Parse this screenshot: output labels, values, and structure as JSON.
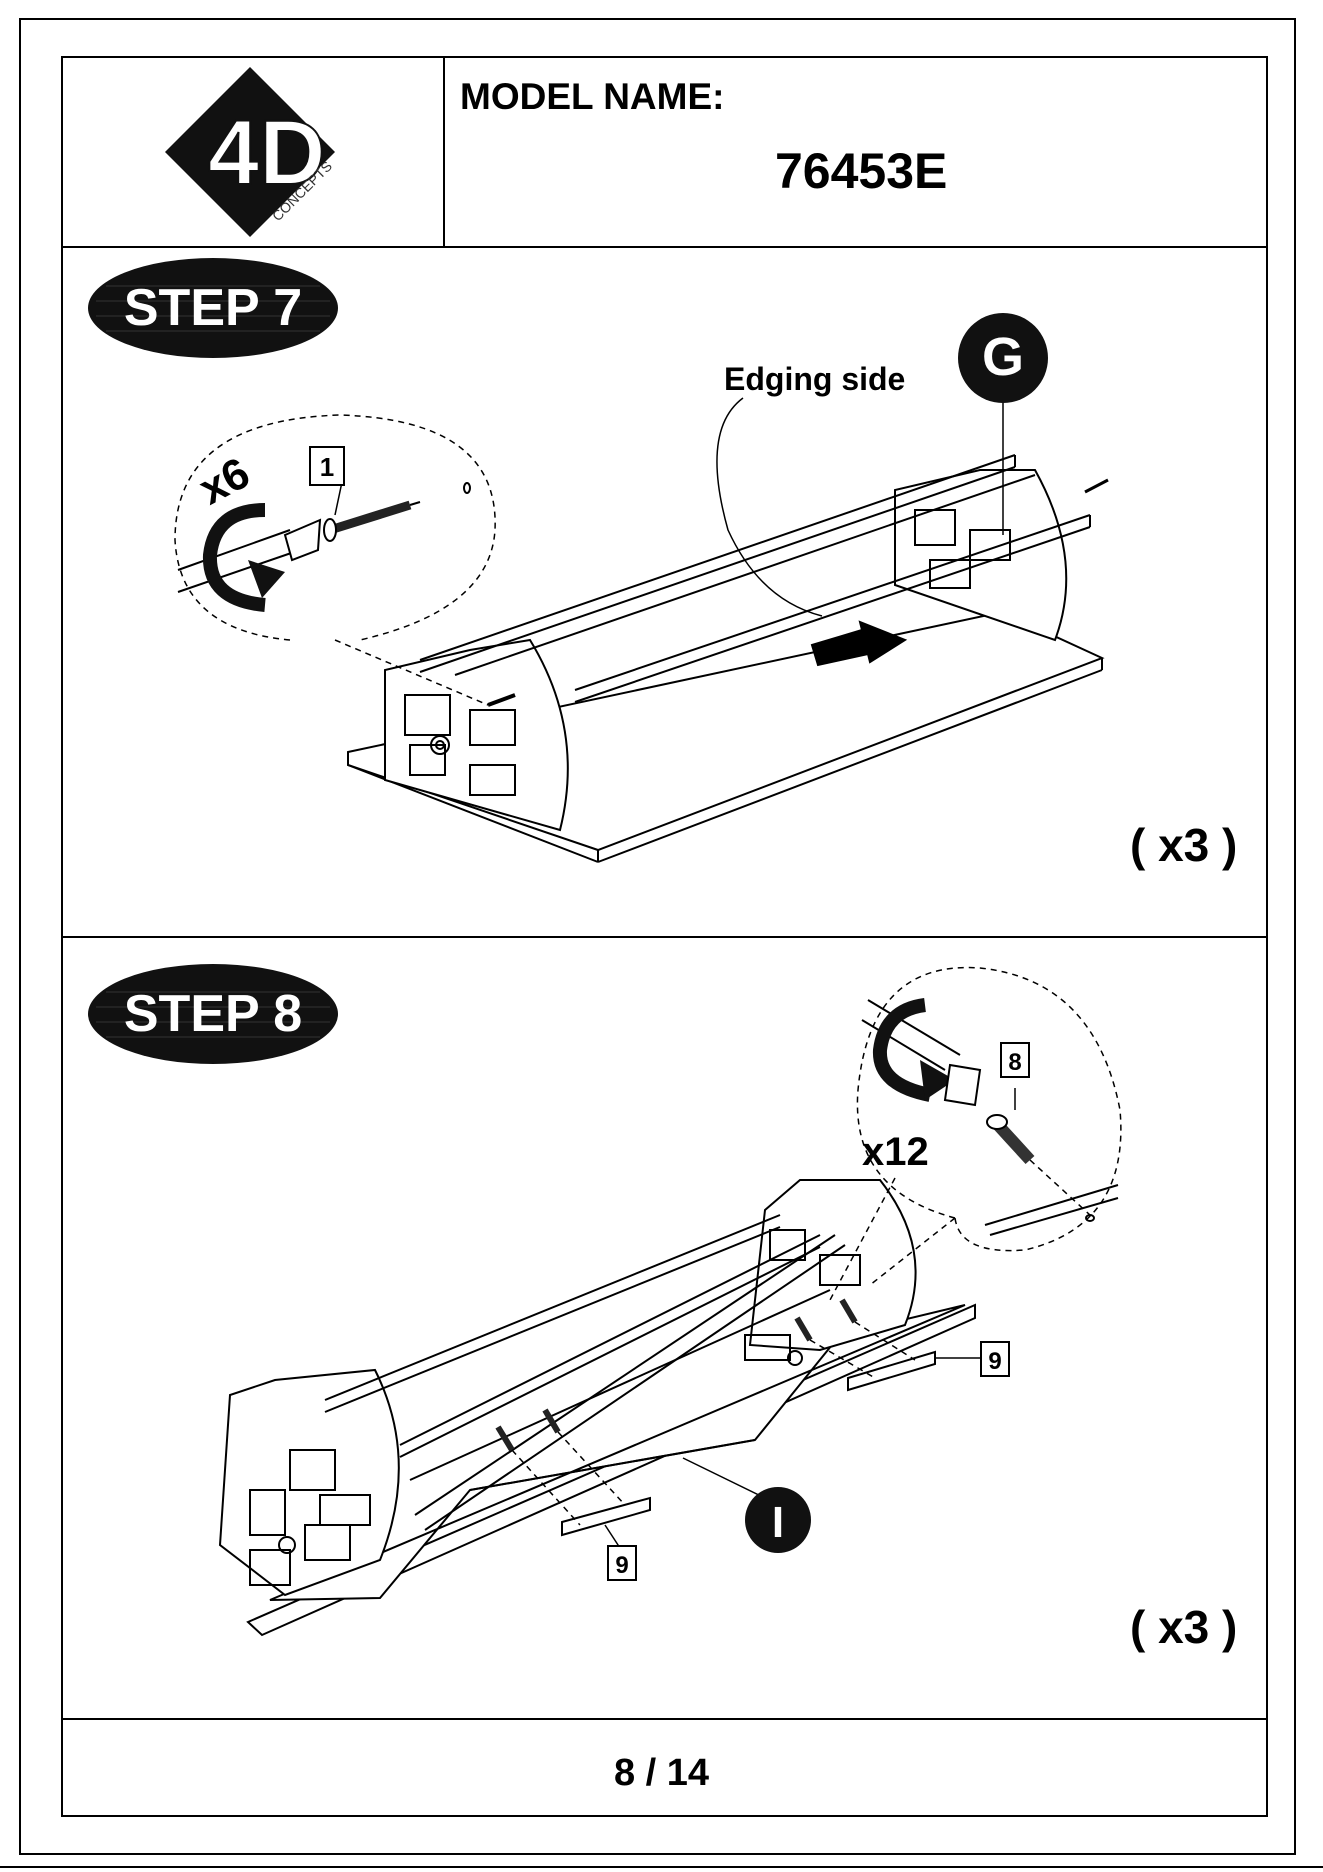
{
  "header": {
    "logo": {
      "main_text": "4D",
      "sub_text": "CONCEPTS"
    },
    "model_label": "MODEL NAME:",
    "model_number": "76453E"
  },
  "step7": {
    "badge": "STEP 7",
    "edging_label": "Edging side",
    "part_label": "G",
    "screw_count": "x6",
    "screw_part": "1",
    "repeat": "( x3 )"
  },
  "step8": {
    "badge": "STEP 8",
    "screw_count": "x12",
    "screw_part": "8",
    "cleat_part_a": "9",
    "cleat_part_b": "9",
    "part_label": "I",
    "repeat": "( x3 )"
  },
  "footer": {
    "page": "8 / 14"
  },
  "colors": {
    "ink": "#000000",
    "badge_fill": "#111111",
    "paper": "#ffffff"
  }
}
